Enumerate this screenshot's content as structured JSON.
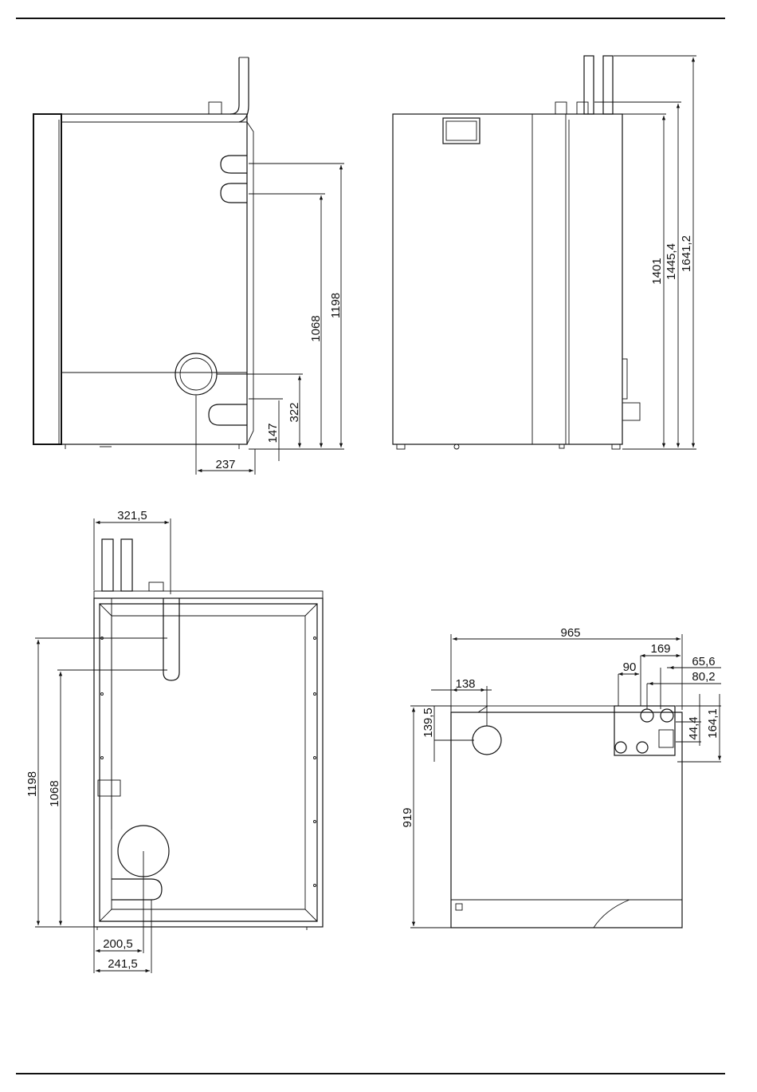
{
  "views": {
    "side": {
      "dims": {
        "h1198": "1198",
        "h1068": "1068",
        "h322": "322",
        "h147": "147",
        "w237": "237"
      }
    },
    "front": {
      "dims": {
        "h1401": "1401",
        "h1445": "1445,4",
        "h1641": "1641,2"
      }
    },
    "rear": {
      "dims": {
        "w321": "321,5",
        "h1198": "1198",
        "h1068": "1068",
        "w200": "200,5",
        "w241": "241,5"
      }
    },
    "top": {
      "dims": {
        "w965": "965",
        "w169": "169",
        "w90": "90",
        "w65": "65,6",
        "w80": "80,2",
        "w138": "138",
        "h139": "139,5",
        "h919": "919",
        "h44": "44,4",
        "h164": "164,1"
      }
    }
  }
}
